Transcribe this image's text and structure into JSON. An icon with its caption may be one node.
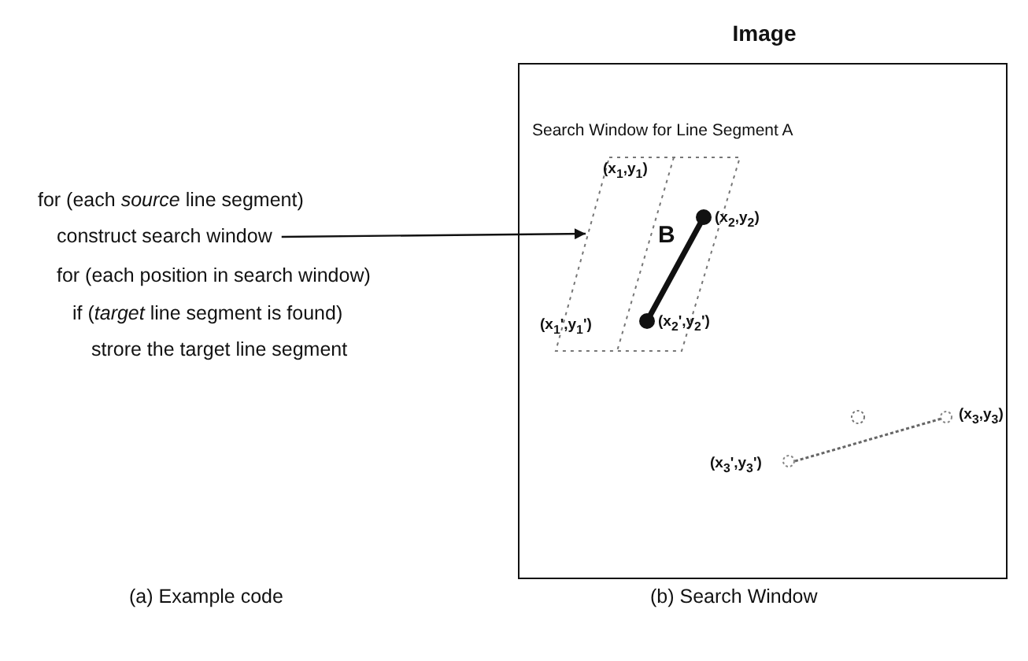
{
  "diagram": {
    "nodes": [
      {
        "text": [
          "Image"
        ]
      },
      {
        "text": [
          "construct search window"
        ]
      },
      {
        "text": [
          "Search Window for Line Segment A"
        ],
        "in": 0
      }
    ],
    "edges": [
      {
        "from": 1,
        "to": 2,
        "arrow": "to"
      }
    ],
    "labels": [
      "for (each *source* line segment)",
      "for (each position in search window)",
      "if (*target* line segment is found)",
      "strore the target line segment",
      "(x$_{1}$,y$_{1}$)",
      "(x$_{2}$,y$_{2}$)",
      "B",
      "(x$_{1}$',y$_{1}$')",
      "(x$_{2}$',y$_{2}$')",
      "(x$_{3}$,y$_{3}$)",
      "(x$_{3}$',y$_{3}$')",
      "(a) Example code",
      "(b) Search Window"
    ]
  }
}
